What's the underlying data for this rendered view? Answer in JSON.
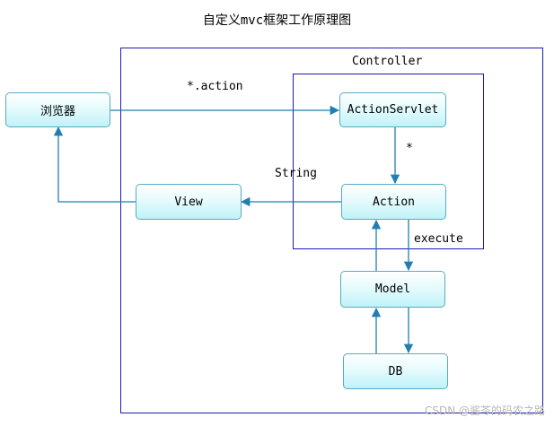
{
  "diagram": {
    "title": "自定义mvc框架工作原理图",
    "container_label": "Controller",
    "nodes": {
      "browser": "浏览器",
      "action_servlet": "ActionServlet",
      "action": "Action",
      "view": "View",
      "model": "Model",
      "db": "DB"
    },
    "edge_labels": {
      "request": "*.action",
      "dispatch": "*",
      "result": "String",
      "execute": "execute"
    }
  },
  "watermark": "CSDN @酱苓的码农之路",
  "colors": {
    "frame": "#1a1ab0",
    "arrow": "#1f7fb0",
    "node_border": "#5aa9c4",
    "node_fill": "#bff2f8"
  }
}
